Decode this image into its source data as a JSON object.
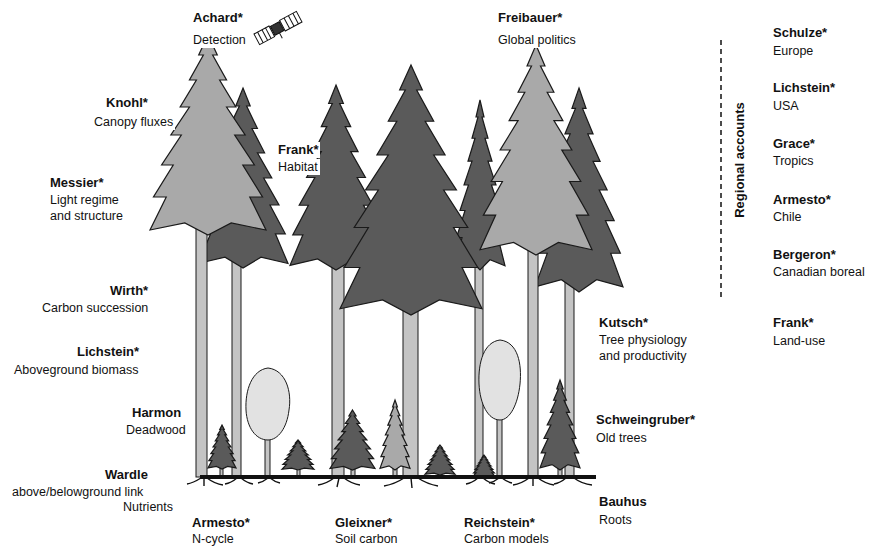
{
  "diagram": {
    "labels": [
      "Achard*",
      "Detection",
      "Freibauer*",
      "Global politics",
      "Schulze*",
      "Europe",
      "Regional accounts",
      "Knohl*",
      "Canopy fluxes",
      "Lichstein*",
      "USA",
      "Grace*",
      "Tropics",
      "Frank*",
      "Habitat",
      "Messier*",
      "Light regime",
      "and structure",
      "Armesto*",
      "Chile",
      "Bergeron*",
      "Canadian boreal",
      "Wirth*",
      "Carbon succession",
      "Kutsch*",
      "Tree physiology",
      "and productivity",
      "Frank*",
      "Land-use",
      "Lichstein*",
      "Aboveground biomass",
      "Harmon",
      "Deadwood",
      "Schweingruber*",
      "Old trees",
      "Wardle",
      "above/belowground link",
      "Nutrients",
      "Bauhus",
      "Roots",
      "Armesto*",
      "N-cycle",
      "Gleixner*",
      "Soil carbon",
      "Reichstein*",
      "Carbon models"
    ]
  }
}
